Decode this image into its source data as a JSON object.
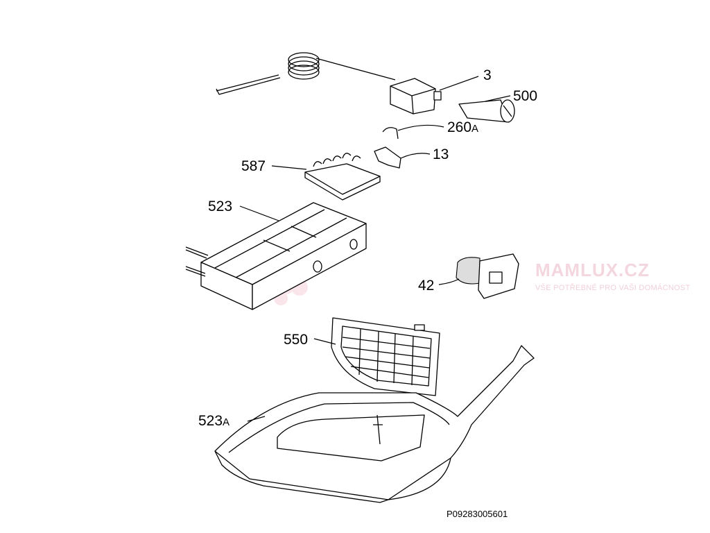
{
  "diagram": {
    "parts": [
      {
        "id": "3",
        "label": "3"
      },
      {
        "id": "500",
        "label": "500"
      },
      {
        "id": "260A",
        "label": "260",
        "suffix": "A"
      },
      {
        "id": "13",
        "label": "13"
      },
      {
        "id": "587",
        "label": "587"
      },
      {
        "id": "523",
        "label": "523"
      },
      {
        "id": "42",
        "label": "42"
      },
      {
        "id": "550",
        "label": "550"
      },
      {
        "id": "523A",
        "label": "523",
        "suffix": "A"
      }
    ],
    "drawing_code": "P09283005601"
  },
  "watermark": {
    "brand": "MAMLUX.CZ",
    "tagline": "VŠE POTŘEBNÉ PRO VAŠI DOMÁCNOST"
  }
}
